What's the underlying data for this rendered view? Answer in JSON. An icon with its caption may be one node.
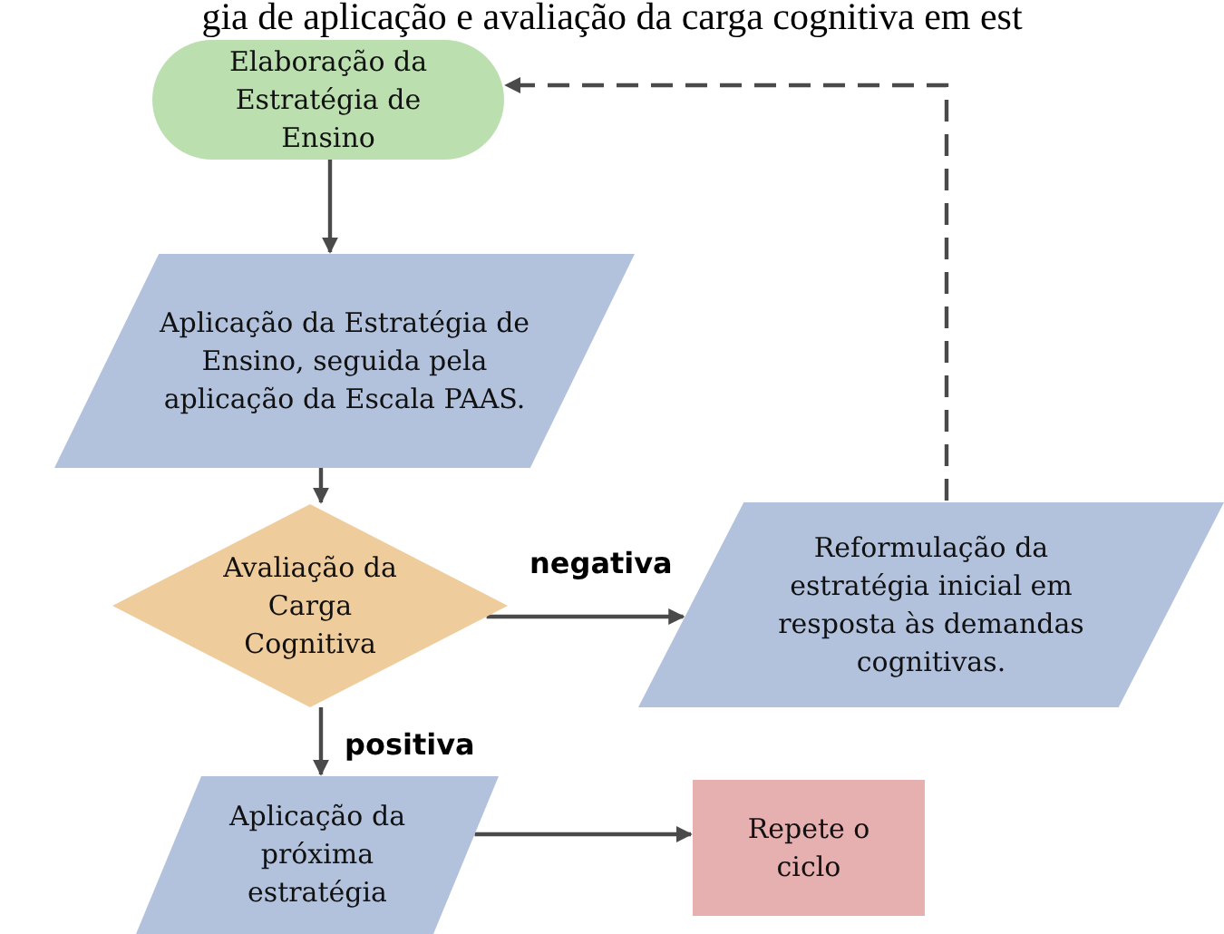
{
  "diagram": {
    "title": "gia de aplicação e avaliação da carga cognitiva em est",
    "nodes": [
      {
        "text": [
          "Elaboração da Estratégia de Ensino"
        ]
      },
      {
        "text": [
          "Aplicação da Estratégia de Ensino, seguida pela aplicação da Escala PAAS."
        ]
      },
      {
        "text": [
          "Avaliação da Carga Cognitiva"
        ]
      },
      {
        "text": [
          "Reformulação da estratégia inicial em resposta às demandas cognitivas."
        ]
      },
      {
        "text": [
          "Aplicação da próxima estratégia"
        ]
      },
      {
        "text": [
          "Repete o ciclo"
        ]
      }
    ],
    "edges": [
      {
        "from": 0,
        "to": 1,
        "arrow": "to"
      },
      {
        "from": 1,
        "to": 2,
        "arrow": "to"
      },
      {
        "from": 2,
        "to": 3,
        "arrow": "to",
        "label": "negativa"
      },
      {
        "from": 2,
        "to": 4,
        "arrow": "to",
        "label": "positiva"
      },
      {
        "from": 4,
        "to": 5,
        "arrow": "to"
      },
      {
        "from": 3,
        "to": 0,
        "arrow": "to",
        "style": "dashed"
      }
    ]
  }
}
